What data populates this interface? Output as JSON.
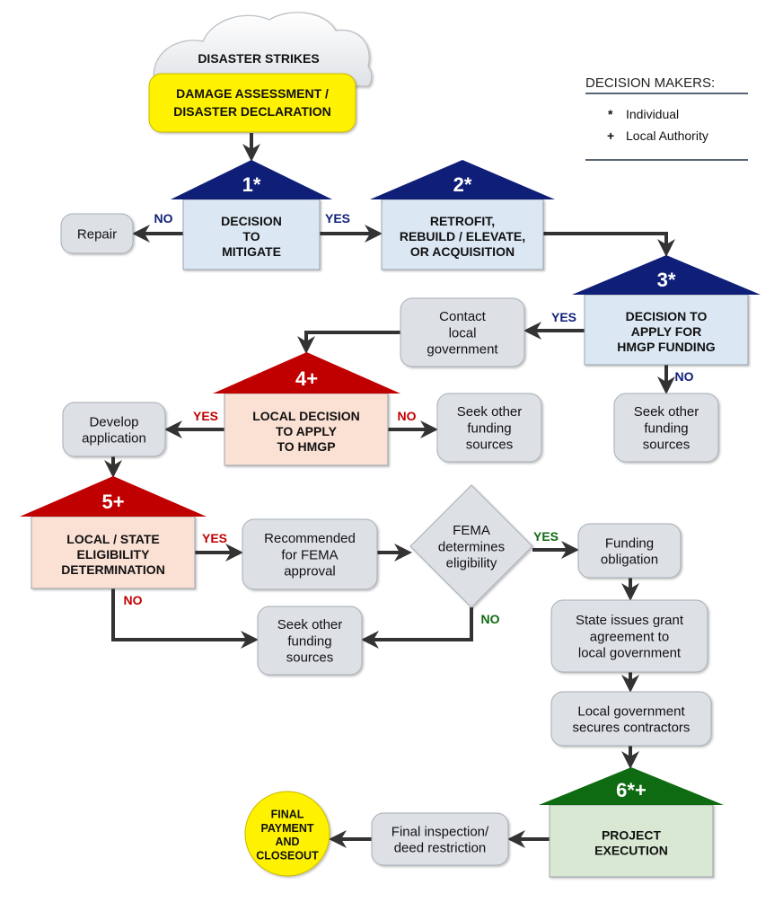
{
  "colors": {
    "navy": "#0f1f78",
    "navy_box": "#dbe7f3",
    "red": "#c00000",
    "red_box": "#fbe0d4",
    "green": "#0f6b12",
    "green_box": "#d8e8d2",
    "yellow": "#fff200",
    "gray_box": "#dde1e6",
    "cloud": "#eef0f2",
    "arrow": "#333333",
    "label_navy": "#0f1f78",
    "label_red": "#c00000",
    "label_green": "#0f6b12"
  },
  "legend": {
    "title": "DECISION MAKERS:",
    "items": [
      {
        "symbol": "*",
        "label": "Individual"
      },
      {
        "symbol": "+",
        "label": "Local Authority"
      }
    ]
  },
  "start": {
    "cloud_label": "DISASTER STRIKES",
    "banner_lines": [
      "DAMAGE ASSESSMENT /",
      "DISASTER DECLARATION"
    ]
  },
  "houses": [
    {
      "id": "h1",
      "number": "1*",
      "theme": "navy",
      "lines": [
        "DECISION",
        "TO",
        "MITIGATE"
      ]
    },
    {
      "id": "h2",
      "number": "2*",
      "theme": "navy",
      "lines": [
        "RETROFIT,",
        "REBUILD / ELEVATE,",
        "OR ACQUISITION"
      ]
    },
    {
      "id": "h3",
      "number": "3*",
      "theme": "navy",
      "lines": [
        "DECISION TO",
        "APPLY FOR",
        "HMGP FUNDING"
      ]
    },
    {
      "id": "h4",
      "number": "4+",
      "theme": "red",
      "lines": [
        "LOCAL DECISION",
        "TO APPLY",
        "TO HMGP"
      ]
    },
    {
      "id": "h5",
      "number": "5+",
      "theme": "red",
      "lines": [
        "LOCAL / STATE",
        "ELIGIBILITY",
        "DETERMINATION"
      ]
    },
    {
      "id": "h6",
      "number": "6*+",
      "theme": "green",
      "lines": [
        "PROJECT",
        "EXECUTION"
      ]
    }
  ],
  "steps": [
    {
      "id": "repair",
      "lines": [
        "Repair"
      ]
    },
    {
      "id": "contact",
      "lines": [
        "Contact",
        "local",
        "government"
      ]
    },
    {
      "id": "seek3",
      "lines": [
        "Seek other",
        "funding",
        "sources"
      ]
    },
    {
      "id": "develop",
      "lines": [
        "Develop",
        "application"
      ]
    },
    {
      "id": "seek4",
      "lines": [
        "Seek other",
        "funding",
        "sources"
      ]
    },
    {
      "id": "recommended",
      "lines": [
        "Recommended",
        "for FEMA",
        "approval"
      ]
    },
    {
      "id": "seek5",
      "lines": [
        "Seek other",
        "funding",
        "sources"
      ]
    },
    {
      "id": "funding",
      "lines": [
        "Funding",
        "obligation"
      ]
    },
    {
      "id": "grant",
      "lines": [
        "State issues grant",
        "agreement to",
        "local government"
      ]
    },
    {
      "id": "contractors",
      "lines": [
        "Local government",
        "secures contractors"
      ]
    },
    {
      "id": "inspection",
      "lines": [
        "Final inspection/",
        "deed restriction"
      ]
    }
  ],
  "decision_diamond": {
    "id": "fema",
    "lines": [
      "FEMA",
      "determines",
      "eligibility"
    ]
  },
  "final": {
    "lines": [
      "FINAL",
      "PAYMENT",
      "AND",
      "CLOSEOUT"
    ]
  },
  "edge_labels": {
    "h1_no": "NO",
    "h1_yes": "YES",
    "h3_yes": "YES",
    "h3_no": "NO",
    "h4_yes": "YES",
    "h4_no": "NO",
    "h5_yes": "YES",
    "h5_no": "NO",
    "fema_yes": "YES",
    "fema_no": "NO"
  }
}
